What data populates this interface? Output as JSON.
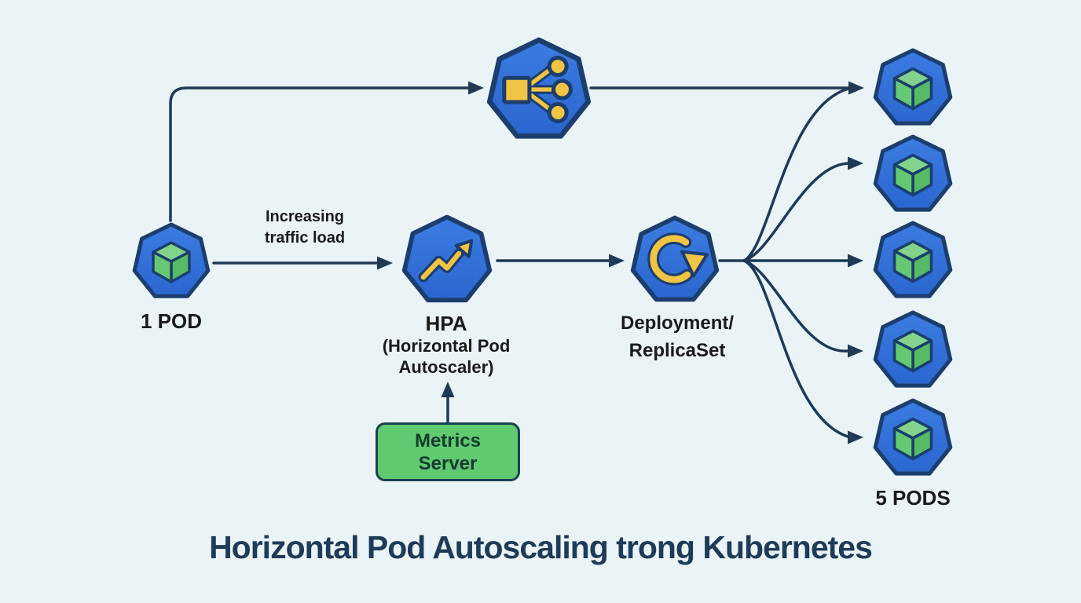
{
  "title": "Horizontal Pod Autoscaling trong Kubernetes",
  "labels": {
    "source_pod": "1 POD",
    "traffic": "Increasing\ntraffic load",
    "hpa": "HPA",
    "hpa_sub": "(Horizontal Pod\nAutoscaler)",
    "deployment": "Deployment/\nReplicaSet",
    "metrics": "Metrics\nServer",
    "replica_pods": "5 PODS"
  },
  "replica_pod_count": 5,
  "colors": {
    "background": "#eaf4f7",
    "node_blue": "#2e6fd8",
    "node_outline": "#1c3e6e",
    "cube_green_top": "#82d38b",
    "cube_green_left": "#65c974",
    "cube_green_right": "#55bb66",
    "accent_yellow": "#f1c443",
    "metrics_green": "#5fca70",
    "line": "#1e3a56",
    "label_text": "#1a1a1a",
    "title_text": "#1e3b58"
  }
}
